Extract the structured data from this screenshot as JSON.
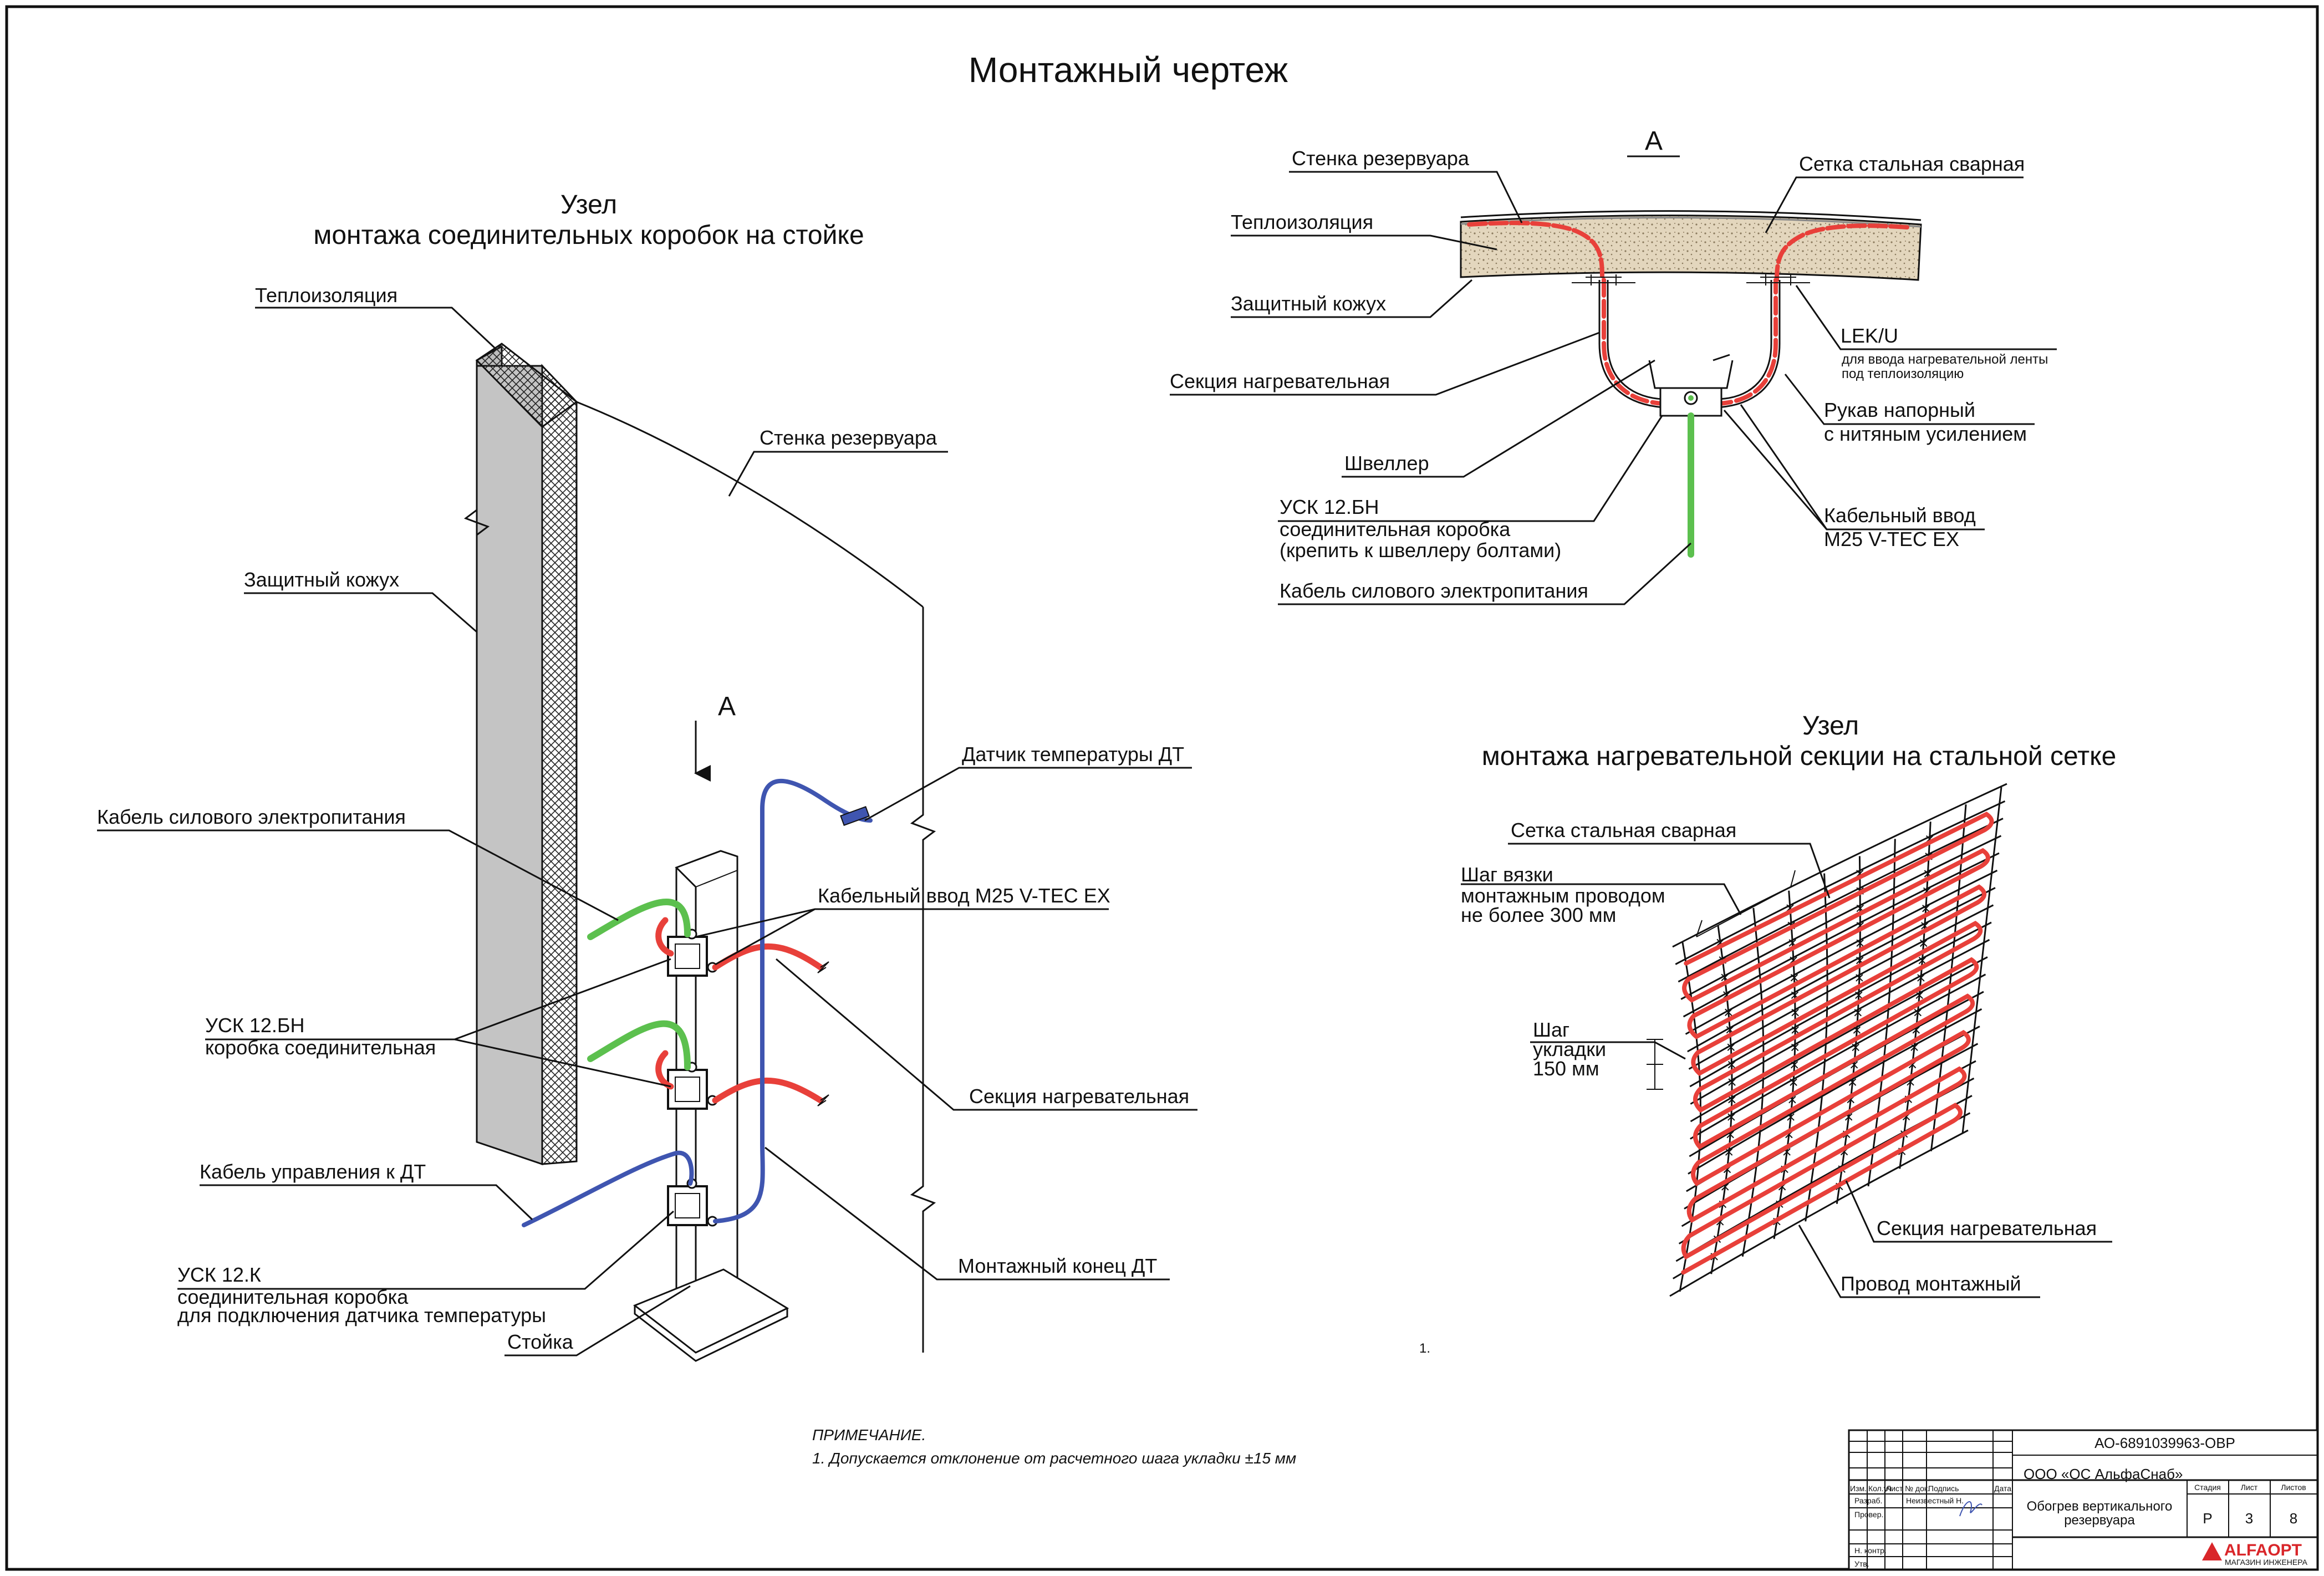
{
  "title": "Монтажный чертеж",
  "left_node": {
    "title_line1": "Узел",
    "title_line2": "монтажа соединительных коробок на стойке",
    "view_letter": "А",
    "labels": {
      "insulation": "Теплоизоляция",
      "tank_wall": "Стенка резервуара",
      "casing": "Защитный кожух",
      "temp_sensor": "Датчик температуры ДТ",
      "power_cable": "Кабель силового электропитания",
      "cable_gland": "Кабельный ввод M25 V-TEC EX",
      "usk_bn_1": "УСК 12.БН",
      "usk_bn_2": "коробка соединительная",
      "heating_section": "Секция нагревательная",
      "control_cable": "Кабель управления к ДТ",
      "mount_end": "Монтажный конец ДТ",
      "usk_k_1": "УСК 12.К",
      "usk_k_2": "соединительная коробка",
      "usk_k_3": "для подключения датчика температуры",
      "post": "Стойка"
    }
  },
  "view_a": {
    "letter": "А",
    "labels": {
      "tank_wall": "Стенка резервуара",
      "steel_mesh": "Сетка стальная сварная",
      "insulation": "Теплоизоляция",
      "casing": "Защитный кожух",
      "lek": "LEK/U",
      "lek_sub1": "для ввода нагревательной ленты",
      "lek_sub2": "под теплоизоляцию",
      "heating_section": "Секция нагревательная",
      "hose_1": "Рукав напорный",
      "hose_2": "с нитяным усилением",
      "channel": "Швеллер",
      "usk_1": "УСК 12.БН",
      "usk_2": "соединительная коробка",
      "usk_3": "(крепить к швеллеру болтами)",
      "gland_1": "Кабельный ввод",
      "gland_2": "M25 V-TEC EX",
      "power_cable": "Кабель силового электропитания"
    }
  },
  "mesh_node": {
    "title_line1": "Узел",
    "title_line2": "монтажа нагревательной секции на стальной сетке",
    "labels": {
      "mesh": "Сетка стальная сварная",
      "tie_1": "Шаг вязки",
      "tie_2": "монтажным проводом",
      "tie_3": "не более 300 мм",
      "lay_1": "Шаг",
      "lay_2": "укладки",
      "lay_3": "150 мм",
      "heating_section": "Секция нагревательная",
      "wire": "Провод монтажный"
    }
  },
  "stray_mark": "1.",
  "note": {
    "header": "ПРИМЕЧАНИЕ.",
    "line1": "1. Допускается отклонение от расчетного шага укладки ±15 мм"
  },
  "stamp": {
    "doc_code": "АО-6891039963-ОВР",
    "company": "ООО «ОС АльфаСнаб»",
    "object_1": "Обогрев вертикального",
    "object_2": "резервуара",
    "col_headers": [
      "Изм.",
      "Кол.уч",
      "Лист",
      "№ док.",
      "Подпись",
      "Дата"
    ],
    "rows": [
      "Разраб.",
      "Провер.",
      "",
      "Н. контр.",
      "Утв."
    ],
    "developer": "Неизвестный Н.",
    "stage_label": "Стадия",
    "sheet_label": "Лист",
    "sheets_label": "Листов",
    "stage": "Р",
    "sheet": "3",
    "sheets": "8",
    "logo": "ALFAOPT",
    "logo_sub": "МАГАЗИН ИНЖЕНЕРА"
  }
}
